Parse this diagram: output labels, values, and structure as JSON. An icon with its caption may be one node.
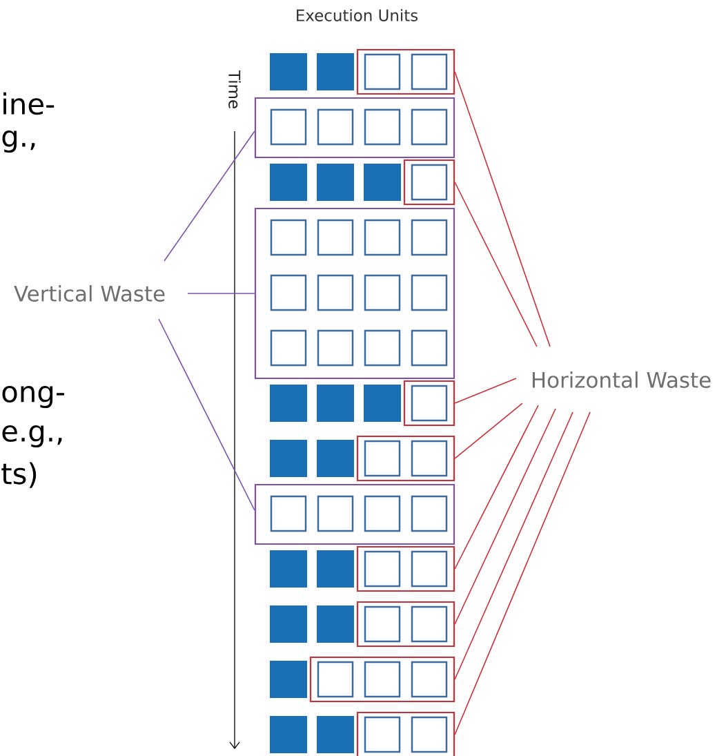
{
  "diagram": {
    "nodes": [
      {
        "text": [
          "Vertical Waste"
        ]
      },
      {
        "text": [
          "Horizontal Waste"
        ]
      },
      {
        "text": [],
        "shape": "box"
      },
      {
        "text": [],
        "shape": "box"
      },
      {
        "text": [],
        "shape": "box"
      },
      {
        "text": [],
        "shape": "box"
      },
      {
        "text": [],
        "shape": "box"
      },
      {
        "text": [],
        "shape": "box"
      },
      {
        "text": [],
        "shape": "box"
      },
      {
        "text": [],
        "shape": "box"
      },
      {
        "text": [],
        "shape": "box"
      },
      {
        "text": [],
        "shape": "box"
      },
      {
        "text": [],
        "shape": "box"
      }
    ],
    "edges": [
      {
        "from": 0,
        "to": 3,
        "arrow": "none",
        "color": "#7f4fb0"
      },
      {
        "from": 0,
        "to": 5,
        "arrow": "none",
        "color": "#7f4fb0"
      },
      {
        "from": 0,
        "to": 8,
        "arrow": "none",
        "color": "#7f4fb0"
      },
      {
        "from": 1,
        "to": 2,
        "arrow": "none"
      },
      {
        "from": 1,
        "to": 4,
        "arrow": "none"
      },
      {
        "from": 1,
        "to": 6,
        "arrow": "none"
      },
      {
        "from": 1,
        "to": 7,
        "arrow": "none"
      },
      {
        "from": 1,
        "to": 9,
        "arrow": "none"
      },
      {
        "from": 1,
        "to": 10,
        "arrow": "none"
      },
      {
        "from": 1,
        "to": 11,
        "arrow": "none"
      },
      {
        "from": 1,
        "to": 12,
        "arrow": "none"
      }
    ],
    "labels": [
      "Execution Units",
      "Time",
      "ine-",
      "g.,",
      "ong-",
      "e.g.,",
      "ts)"
    ]
  }
}
